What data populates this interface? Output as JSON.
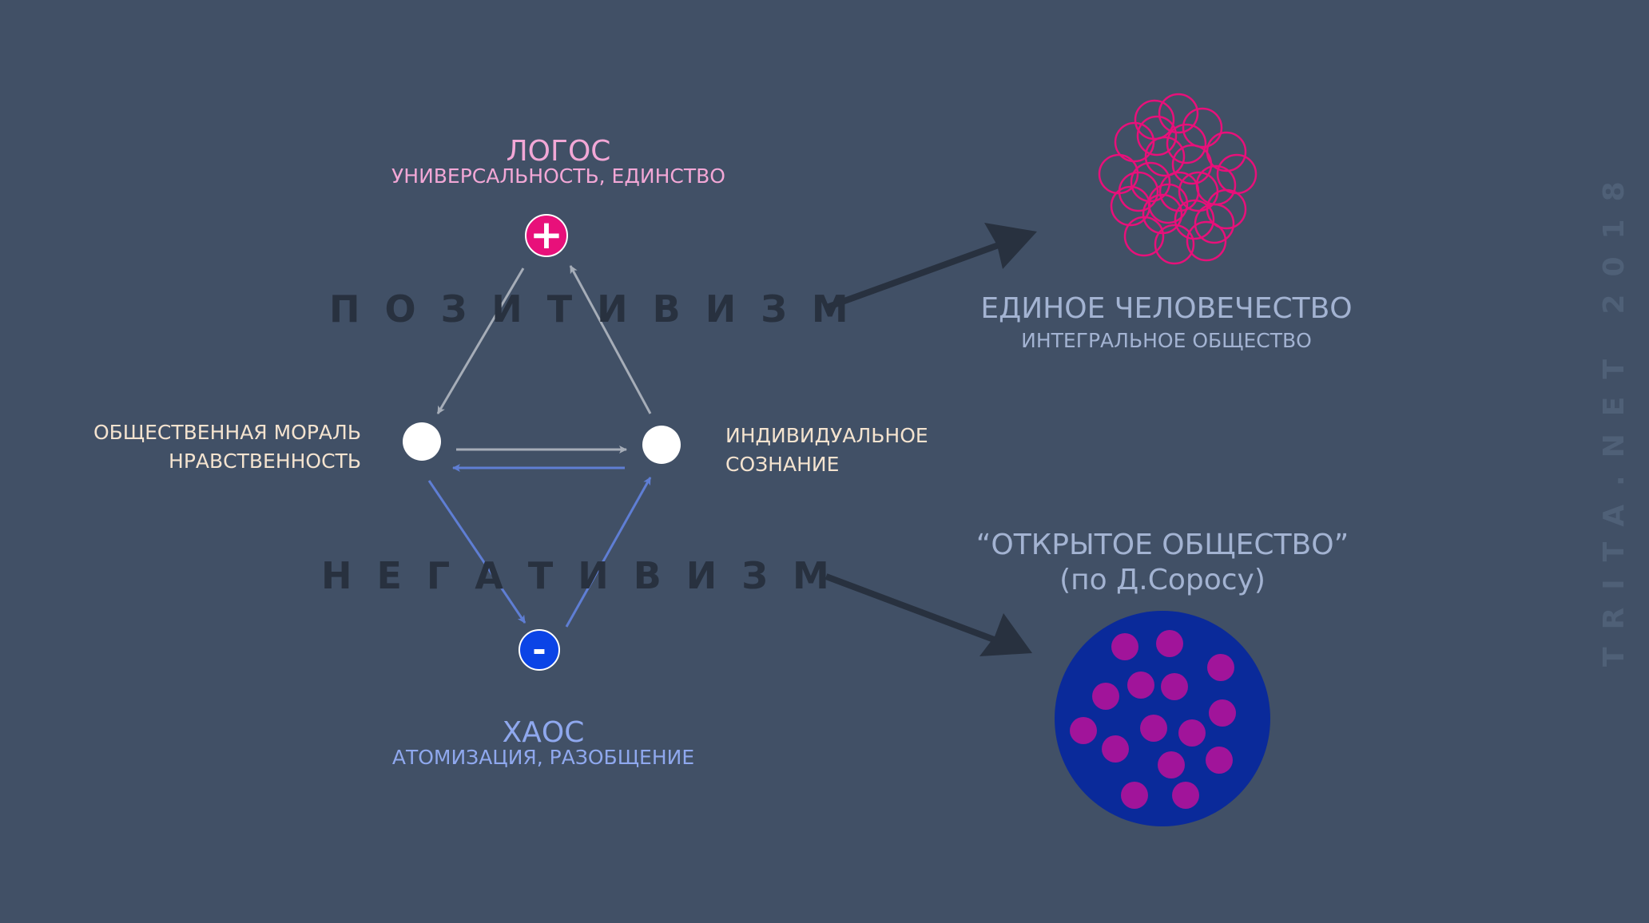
{
  "logos": {
    "title": "ЛОГОС",
    "subtitle": "УНИВЕРСАЛЬНОСТЬ, ЕДИНСТВО",
    "color": "#f2a7d6",
    "node_symbol": "+",
    "node_color": "#e8107a"
  },
  "chaos": {
    "title": "ХАОС",
    "subtitle": "АТОМИЗАЦИЯ, РАЗОБЩЕНИЕ",
    "color": "#8fa8ee",
    "node_symbol": "-",
    "node_color": "#0b44e6"
  },
  "left_node": {
    "line1": "ОБЩЕСТВЕННАЯ МОРАЛЬ",
    "line2": "НРАВСТВЕННОСТЬ"
  },
  "right_node": {
    "line1": "ИНДИВИДУАЛЬНОЕ",
    "line2": "СОЗНАНИЕ"
  },
  "positivism_label": "ПОЗИТИВИЗМ",
  "negativism_label": "НЕГАТИВИЗМ",
  "united": {
    "title": "ЕДИНОЕ ЧЕЛОВЕЧЕСТВО",
    "subtitle": "ИНТЕГРАЛЬНОЕ ОБЩЕСТВО",
    "ring_color": "#e8107a"
  },
  "open_society": {
    "title": "“ОТКРЫТОЕ ОБЩЕСТВО”",
    "subtitle": "(по Д.Соросу)",
    "disc_color": "#0a2a9a",
    "dot_color": "#a1149a"
  },
  "watermark": "TRITA.NET 2018",
  "colors": {
    "background": "#415066",
    "upper_arrow": "#a6adb8",
    "lower_arrow": "#5f7ed4",
    "big_arrow": "#28313f",
    "node_white": "#ffffff"
  }
}
